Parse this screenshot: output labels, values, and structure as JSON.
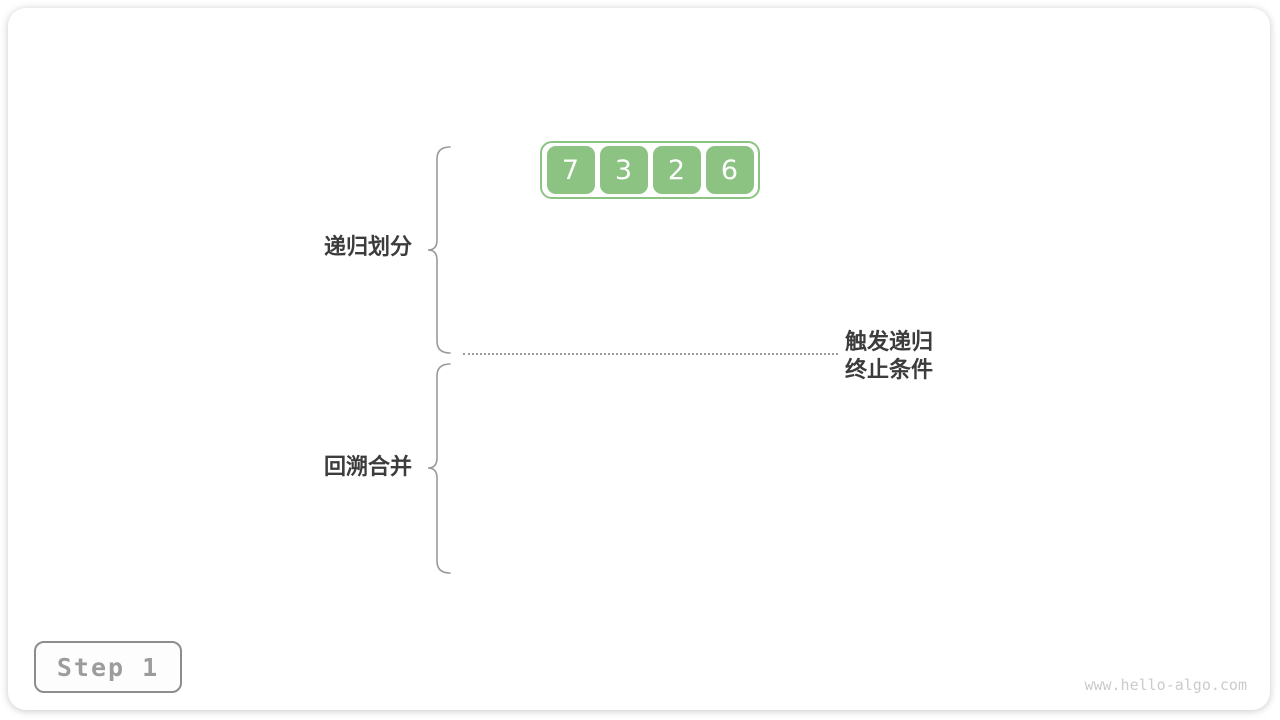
{
  "array": {
    "values": [
      7,
      3,
      2,
      6
    ]
  },
  "labels": {
    "recursive_partition": "递归划分",
    "backtrack_merge": "回溯合并",
    "termination_line1": "触发递归",
    "termination_line2": "终止条件"
  },
  "footer": {
    "step_label": "Step 1",
    "watermark": "www.hello-algo.com"
  },
  "colors": {
    "cell_green": "#8cc383",
    "label_text": "#3c3c3c",
    "brace_gray": "#9a9a9a",
    "divider_gray": "#9b9b9b",
    "step_badge_border": "#8d8d8d",
    "step_badge_text": "#9c9c9c",
    "watermark_gray": "#cbcbcb",
    "card_background": "#ffffff"
  }
}
